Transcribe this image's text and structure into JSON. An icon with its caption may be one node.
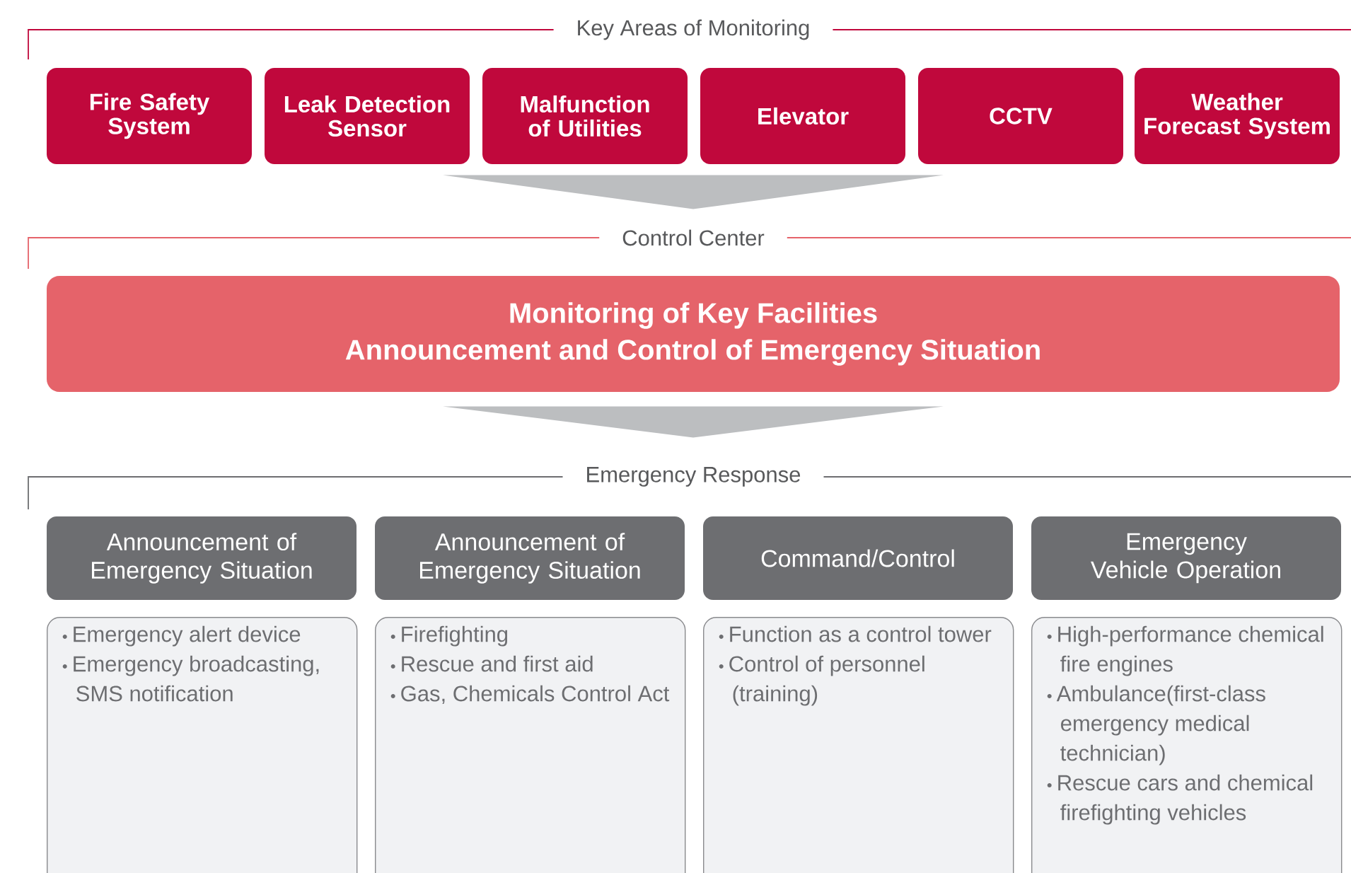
{
  "diagram": {
    "nodes": [
      {
        "text": [
          "Fire Safety System"
        ]
      },
      {
        "text": [
          "Leak Detection Sensor"
        ]
      },
      {
        "text": [
          "Malfunction of Utilities"
        ]
      },
      {
        "text": [
          "Elevator"
        ]
      },
      {
        "text": [
          "CCTV"
        ]
      },
      {
        "text": [
          "Weather Forecast System"
        ]
      },
      {
        "text": [
          "Monitoring of Key Facilities",
          "Announcement and Control of Emergency Situation"
        ]
      },
      {
        "text": [
          "Announcement of Emergency Situation"
        ]
      },
      {
        "text": [
          "Announcement of Emergency Situation"
        ]
      },
      {
        "text": [
          "Command/Control"
        ]
      },
      {
        "text": [
          "Emergency Vehicle Operation"
        ]
      },
      {
        "text": [
          "Emergency alert device",
          "Emergency broadcasting, SMS notification"
        ]
      },
      {
        "text": [
          "Firefighting",
          "Rescue and first aid",
          "Gas, Chemicals Control Act"
        ]
      },
      {
        "text": [
          "Function as a control tower",
          "Control of personnel (training)"
        ]
      },
      {
        "text": [
          "High-performance chemical fire engines",
          "Ambulance(first-class emergency medical technician)",
          "Rescue cars and chemical firefighting vehicles"
        ]
      }
    ],
    "edges": [
      {
        "from": null,
        "to": 6,
        "arrow": "to"
      },
      {
        "from": 6,
        "to": null,
        "arrow": "to"
      }
    ],
    "labels": [
      "Key Areas of Monitoring",
      "Control Center",
      "Emergency Response"
    ]
  }
}
